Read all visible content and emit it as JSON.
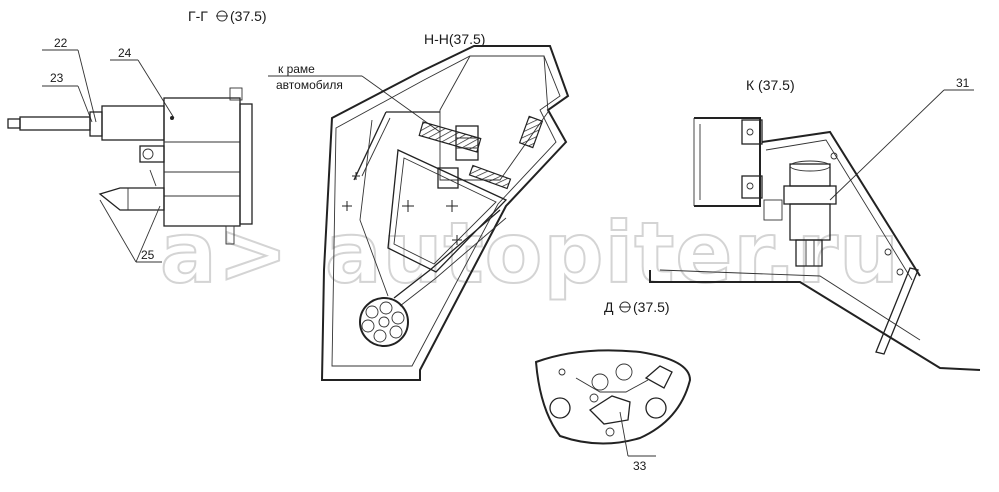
{
  "views": {
    "gg": {
      "title": "Г-Г",
      "ref": "(37.5)"
    },
    "nn": {
      "title": "Н-Н(37.5)",
      "note_line1": "к раме",
      "note_line2": "автомобиля"
    },
    "k": {
      "title": "К (37.5)"
    },
    "d": {
      "title": "Д",
      "ref": "(37.5)"
    }
  },
  "callouts": {
    "c22": "22",
    "c23": "23",
    "c24": "24",
    "c25": "25",
    "c31": "31",
    "c33": "33"
  },
  "watermark": {
    "logo": "a>",
    "text": "autopiter.ru",
    "color": "#d4d4d4"
  }
}
